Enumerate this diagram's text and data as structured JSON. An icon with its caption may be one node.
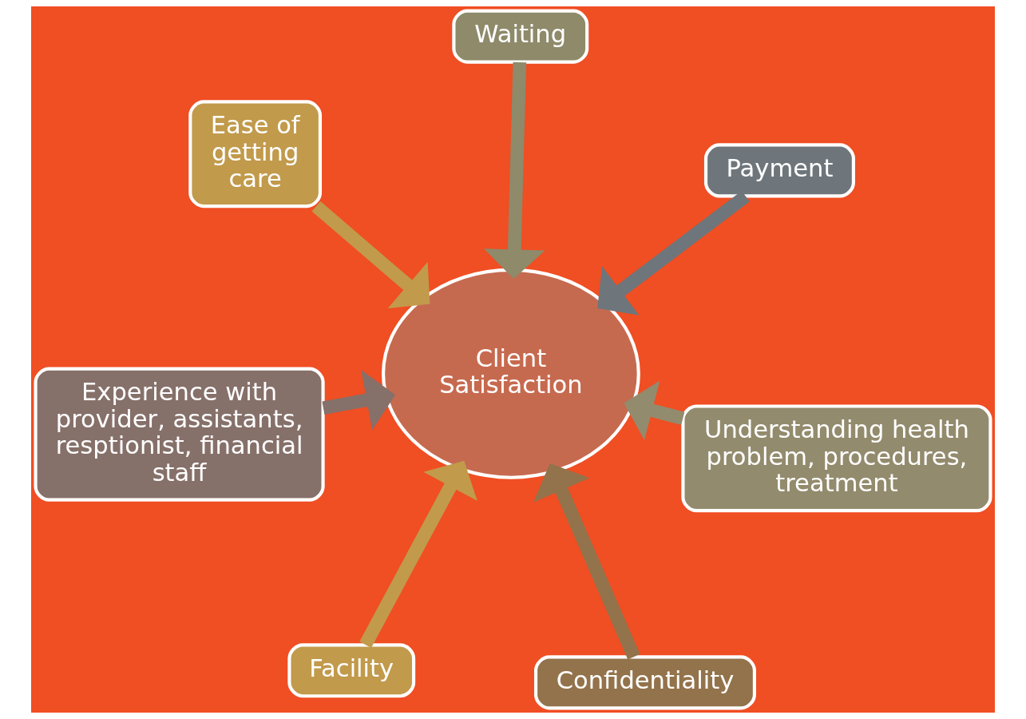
{
  "diagram": {
    "nodes": [
      {
        "text": [
          "Experience with provider, assistants, resptionist, financial staff"
        ]
      },
      {
        "text": [
          "Understanding health problem, procedures, treatment"
        ]
      },
      {
        "text": [
          "Confidentiality"
        ]
      },
      {
        "text": [
          "Waiting"
        ]
      },
      {
        "text": [
          "Payment"
        ]
      },
      {
        "text": [
          "Ease of getting care"
        ]
      },
      {
        "text": [
          "Facility"
        ]
      },
      {
        "text": [
          "Client Satisfaction"
        ]
      }
    ],
    "edges": [
      {
        "from": 0,
        "to": 7,
        "arrow": "to",
        "color": "#86706a"
      },
      {
        "from": 1,
        "to": 7,
        "arrow": "to",
        "color": "#938b6d"
      },
      {
        "from": 2,
        "to": 7,
        "arrow": "to",
        "color": "#93734b"
      },
      {
        "from": 3,
        "to": 7,
        "arrow": "to",
        "color": "#8e8a6a"
      },
      {
        "from": 4,
        "to": 7,
        "arrow": "to",
        "color": "#6e767b"
      },
      {
        "from": 5,
        "to": 7,
        "arrow": "to",
        "color": "#c19a4b"
      },
      {
        "from": 6,
        "to": 7,
        "arrow": "to",
        "color": "#c19a4b"
      }
    ]
  }
}
